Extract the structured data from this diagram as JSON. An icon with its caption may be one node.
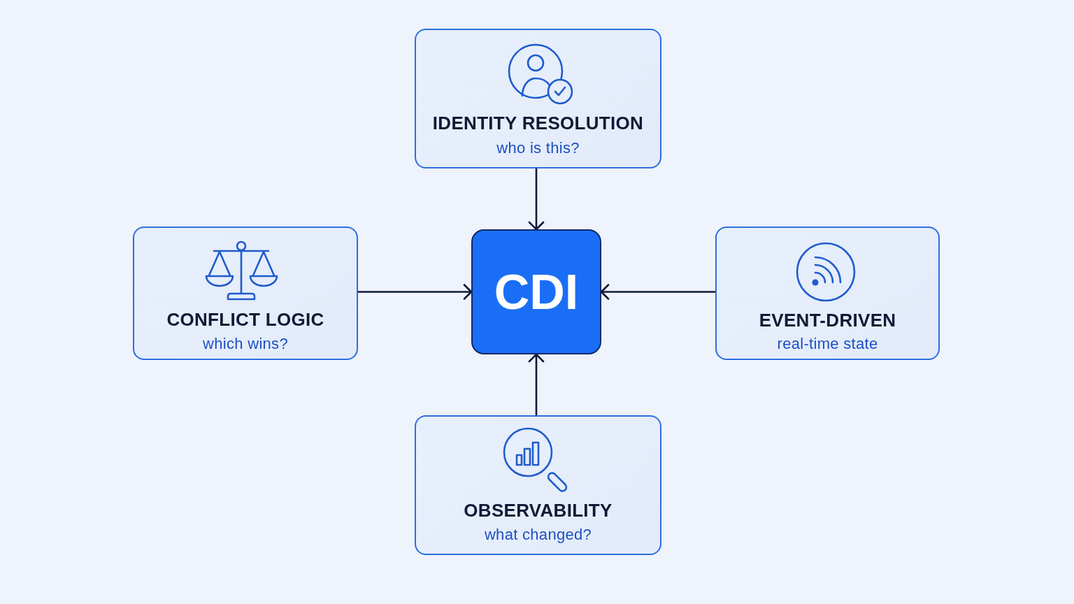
{
  "diagram": {
    "nodes": [
      {
        "text": [
          "IDENTITY RESOLUTION",
          "who is this?"
        ]
      },
      {
        "text": [
          "CONFLICT LOGIC",
          "which wins?"
        ]
      },
      {
        "text": [
          "CDI"
        ]
      },
      {
        "text": [
          "EVENT-DRIVEN",
          "real-time state"
        ]
      },
      {
        "text": [
          "OBSERVABILITY",
          "what changed?"
        ]
      }
    ],
    "edges": [
      {
        "from": 0,
        "to": 2,
        "arrow": "to"
      },
      {
        "from": 1,
        "to": 2,
        "arrow": "to"
      },
      {
        "from": 3,
        "to": 2,
        "arrow": "to"
      },
      {
        "from": 4,
        "to": 2,
        "arrow": "to"
      }
    ]
  }
}
